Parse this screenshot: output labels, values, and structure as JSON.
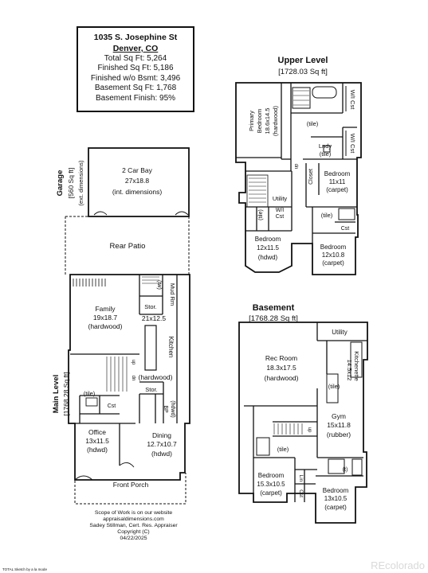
{
  "info": {
    "address": "1035 S. Josephine St",
    "city": "Denver, CO",
    "lines": [
      "Total Sq Ft: 5,264",
      "Finished Sq Ft: 5,186",
      "Finished w/o Bsmt: 3,496",
      "Basement Sq Ft: 1,768",
      "Basement Finish: 95%"
    ]
  },
  "upper": {
    "title": "Upper Level",
    "area": "[1728.03 Sq ft]",
    "primary": [
      "Primary",
      "Bedroom",
      "18.6x14.5",
      "(hardwood)"
    ],
    "tile": "(tile)",
    "wic1": "W/I Cst",
    "wic2": "W/I Cst",
    "lndy": "Lndy",
    "lndy_tile": "(tile)",
    "closet": "Closet",
    "bed_r": [
      "Bedroom",
      "11x11",
      "(carpet)"
    ],
    "utility": "Utility",
    "wi": "W/I",
    "cst": "Cst",
    "tile_left": "(tile)",
    "tile_right": "(tile)",
    "cst_right": "Cst",
    "bed_bl": [
      "Bedroom",
      "12x11.5",
      "(hdwd)"
    ],
    "bed_br": [
      "Bedroom",
      "12x10.8",
      "(carpet)"
    ],
    "dn": "dn"
  },
  "main": {
    "title": "Main Level",
    "area": "[1768.28 Sq ft]",
    "garage_title": "Garage",
    "garage_area": "[560 Sq ft]",
    "garage_dims": "(ext. dimensions)",
    "bay": [
      "2 Car Bay",
      "27x18.8",
      "(int. dimensions)"
    ],
    "patio": "Rear Patio",
    "family": [
      "Family",
      "19x18.7",
      "(hardwood)"
    ],
    "tw": "(tw)",
    "stor1": "Stor.",
    "mud": "Mud Rm",
    "kitchen_dims": "21x12.5",
    "kitchen": "Kitchen",
    "hardwood": "(hardwood)",
    "stor2": "Stor.",
    "bp": "BP",
    "bp_hdwd": "(hdwd)",
    "up": "up",
    "dn": "dn",
    "tile": "(tile)",
    "cst": "Cst",
    "office": [
      "Office",
      "13x11.5",
      "(hdwd)"
    ],
    "dining": [
      "Dining",
      "12.7x10.7",
      "(hdwd)"
    ],
    "porch": "Front Porch"
  },
  "basement": {
    "title": "Basement",
    "area": "[1768.28 Sq ft]",
    "utility": "Utility",
    "rec": [
      "Rec Room",
      "18.3x17.5",
      "(hardwood)"
    ],
    "kitchenette": [
      "Kitchenette",
      "14.5x12"
    ],
    "kit_tile": "(tile)",
    "up": "up",
    "gym": [
      "Gym",
      "15x11.8",
      "(rubber)"
    ],
    "tile": "(tile)",
    "t": "(t)",
    "bed_l": [
      "Bedroom",
      "15.3x10.5",
      "(carpet)"
    ],
    "lin": "Lin",
    "cst": "Cst",
    "bed_r": [
      "Bedroom",
      "13x10.5",
      "(carpet)"
    ]
  },
  "scope": [
    "Scope of Work is on our website",
    "appraisaldimensions.com",
    "Sadey Stillman, Cert. Res. Appraiser",
    "Copyright (C)",
    "04/22/2025"
  ],
  "footer_left": "TOTAL Sketch by a la mode",
  "watermark": "REcolorado"
}
